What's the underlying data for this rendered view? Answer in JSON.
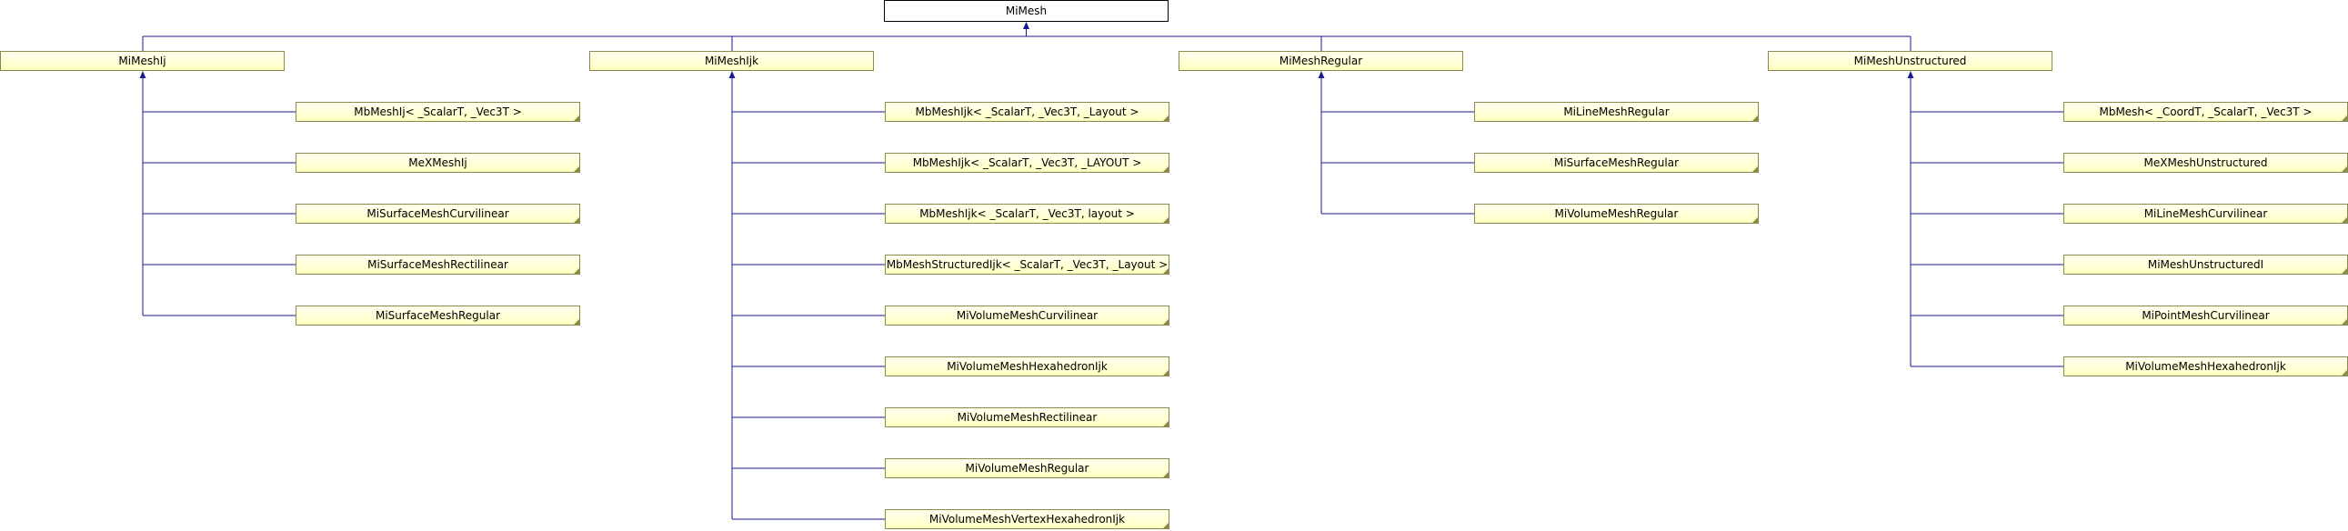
{
  "diagram": {
    "root": "MiMesh",
    "children": [
      {
        "name": "MiMeshIj",
        "children": [
          "MbMeshIj< _ScalarT, _Vec3T >",
          "MeXMeshIj",
          "MiSurfaceMeshCurvilinear",
          "MiSurfaceMeshRectilinear",
          "MiSurfaceMeshRegular"
        ]
      },
      {
        "name": "MiMeshIjk",
        "children": [
          "MbMeshIjk< _ScalarT, _Vec3T, _Layout >",
          "MbMeshIjk< _ScalarT, _Vec3T, _LAYOUT >",
          "MbMeshIjk< _ScalarT, _Vec3T, layout >",
          "MbMeshStructuredIjk< _ScalarT, _Vec3T, _Layout >",
          "MiVolumeMeshCurvilinear",
          "MiVolumeMeshHexahedronIjk",
          "MiVolumeMeshRectilinear",
          "MiVolumeMeshRegular",
          "MiVolumeMeshVertexHexahedronIjk"
        ]
      },
      {
        "name": "MiMeshRegular",
        "children": [
          "MiLineMeshRegular",
          "MiSurfaceMeshRegular",
          "MiVolumeMeshRegular"
        ]
      },
      {
        "name": "MiMeshUnstructured",
        "children": [
          "MbMesh< _CoordT, _ScalarT, _Vec3T >",
          "MeXMeshUnstructured",
          "MiLineMeshCurvilinear",
          "MiMeshUnstructuredI",
          "MiPointMeshCurvilinear",
          "MiVolumeMeshHexahedronIjk"
        ]
      }
    ]
  },
  "colors": {
    "edge": "#1a1a8c",
    "node_border": "#8a8a4a",
    "root_border": "#000000"
  }
}
